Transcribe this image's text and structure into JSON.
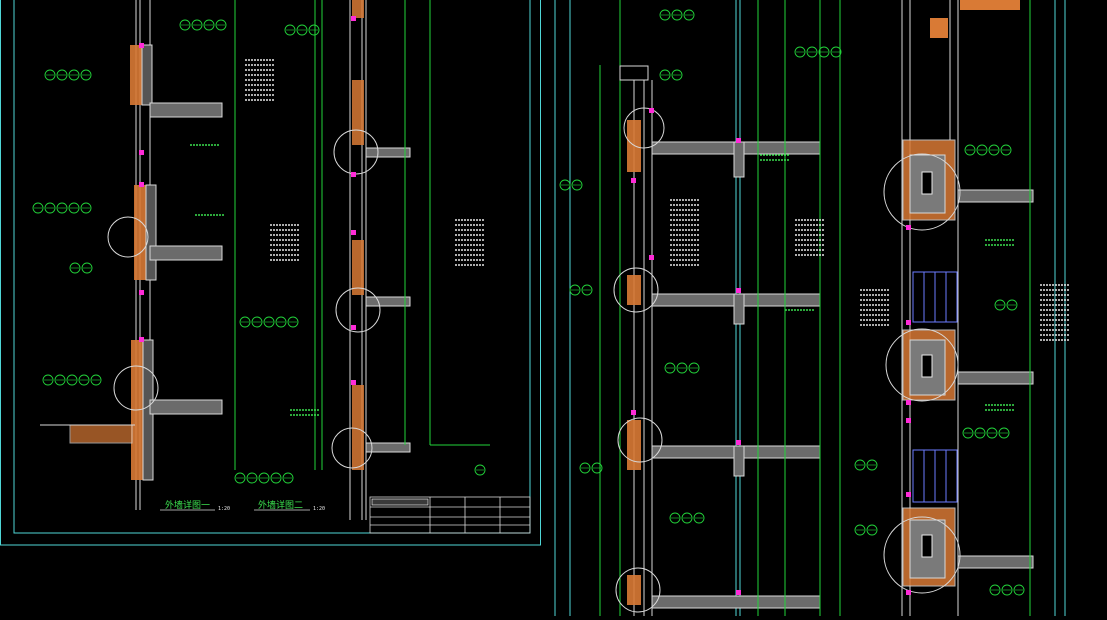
{
  "viewer": {
    "background": "#000000"
  },
  "colors": {
    "frame": "#4fd6d6",
    "line_green": "#22d43a",
    "line_white": "#d8d8d8",
    "hatch_orange": "#d97a35",
    "hatch_gray": "#8c8c8c",
    "accent_magenta": "#ff2bd8",
    "accent_blue": "#6b7cff",
    "text_green": "#3be04f",
    "text_white": "#e8e8e8"
  },
  "left_sheet": {
    "section_titles": [
      {
        "text": "外墙详图一",
        "scale": "1:20"
      },
      {
        "text": "外墙详图二",
        "scale": "1:20"
      }
    ]
  }
}
